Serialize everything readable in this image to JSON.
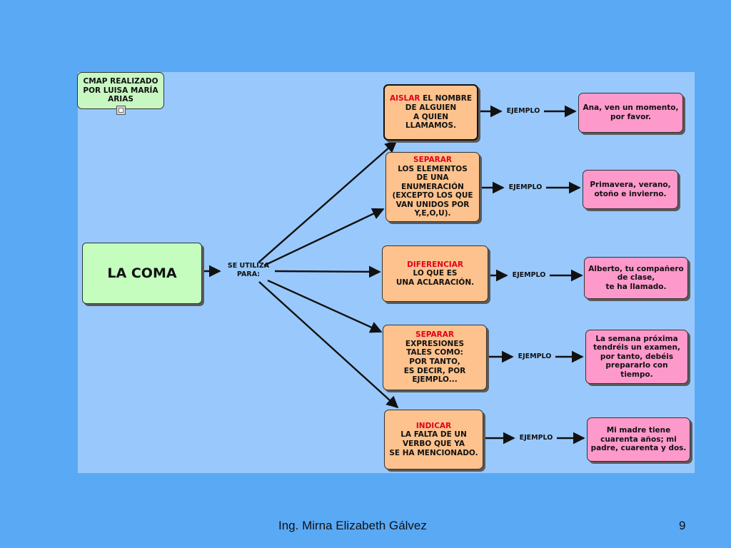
{
  "credit": {
    "lines": [
      "CMAP REALIZADO",
      "POR LUISA MARÍA",
      "ARIAS"
    ]
  },
  "main_concept": "LA COMA",
  "link_label": [
    "SE UTILIZA",
    "PARA:"
  ],
  "example_label": "EJEMPLO",
  "uses": [
    {
      "keyword": "AISLAR",
      "lines_after": [
        " EL NOMBRE",
        "DE ALGUIEN",
        "A QUIEN",
        "LLAMAMOS."
      ],
      "example": [
        "Ana, ven un momento,",
        "por favor."
      ]
    },
    {
      "keyword": "SEPARAR",
      "lines_after": [
        "LOS ELEMENTOS",
        "DE UNA",
        "ENUMERACIÓN",
        "(EXCEPTO LOS QUE",
        "VAN UNIDOS POR",
        "Y,E,O,U)."
      ],
      "example": [
        "Primavera, verano,",
        "otoño e invierno."
      ]
    },
    {
      "keyword": "DIFERENCIAR",
      "lines_after": [
        "LO QUE ES",
        "UNA ACLARACIÓN."
      ],
      "example": [
        "Alberto, tu compañero",
        "de clase,",
        "te ha llamado."
      ]
    },
    {
      "keyword": "SEPARAR",
      "lines_after": [
        "EXPRESIONES",
        "TALES COMO:",
        "POR TANTO,",
        "ES DECIR, POR",
        "EJEMPLO..."
      ],
      "example": [
        "La semana próxima",
        "tendréis un examen,",
        "por tanto, debéis",
        "prepararlo  con",
        "tiempo."
      ]
    },
    {
      "keyword": "INDICAR",
      "lines_after": [
        "LA FALTA DE UN",
        "VERBO QUE YA",
        "SE HA MENCIONADO."
      ],
      "example": [
        "Mi madre tiene",
        "cuarenta años; mi",
        "padre, cuarenta y dos."
      ]
    }
  ],
  "footer": {
    "author": "Ing. Mirna Elizabeth Gálvez",
    "page_number": "9"
  }
}
